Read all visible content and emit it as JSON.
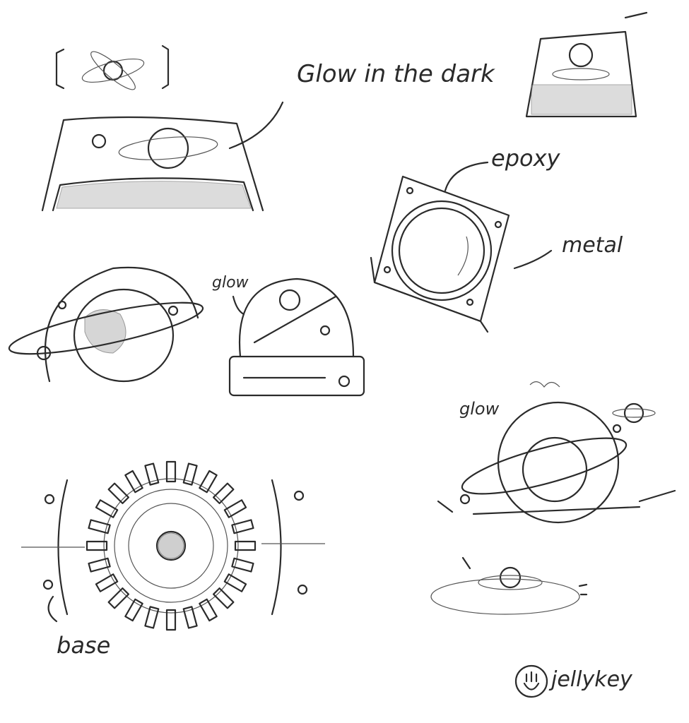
{
  "annotations": {
    "glow_in_the_dark": "Glow in the dark",
    "epoxy": "epoxy",
    "metal": "metal",
    "glow_1": "glow",
    "glow_2": "glow",
    "base": "base"
  },
  "logo": {
    "text": "jellykey"
  },
  "colors": {
    "ink": "#2b2b2b",
    "paper": "#ffffff"
  }
}
